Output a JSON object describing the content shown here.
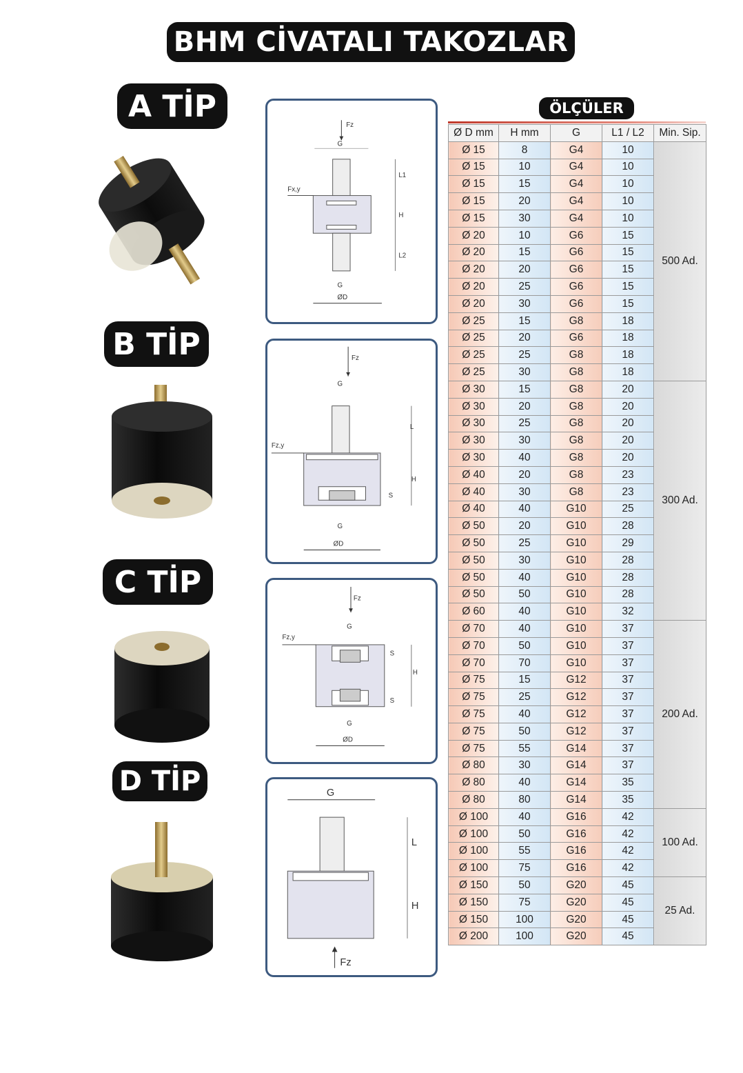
{
  "title": "BHM CİVATALI TAKOZLAR",
  "types": [
    {
      "label": "A TİP"
    },
    {
      "label": "B TİP"
    },
    {
      "label": "C TİP"
    },
    {
      "label": "D TİP"
    }
  ],
  "diagram_labels": {
    "fz": "Fz",
    "fxy": "Fx,y",
    "fzy": "Fz,y",
    "g": "G",
    "od": "ØD",
    "h": "H",
    "l": "L",
    "l1": "L1",
    "l2": "L2",
    "s": "S"
  },
  "table": {
    "heading": "ÖLÇÜLER",
    "columns": [
      "Ø D mm",
      "H mm",
      "G",
      "L1 / L2",
      "Min. Sip."
    ],
    "rows": [
      [
        "Ø 15",
        "8",
        "G4",
        "10"
      ],
      [
        "Ø 15",
        "10",
        "G4",
        "10"
      ],
      [
        "Ø 15",
        "15",
        "G4",
        "10"
      ],
      [
        "Ø 15",
        "20",
        "G4",
        "10"
      ],
      [
        "Ø 15",
        "30",
        "G4",
        "10"
      ],
      [
        "Ø 20",
        "10",
        "G6",
        "15"
      ],
      [
        "Ø 20",
        "15",
        "G6",
        "15"
      ],
      [
        "Ø 20",
        "20",
        "G6",
        "15"
      ],
      [
        "Ø 20",
        "25",
        "G6",
        "15"
      ],
      [
        "Ø 20",
        "30",
        "G6",
        "15"
      ],
      [
        "Ø 25",
        "15",
        "G8",
        "18"
      ],
      [
        "Ø 25",
        "20",
        "G6",
        "18"
      ],
      [
        "Ø 25",
        "25",
        "G8",
        "18"
      ],
      [
        "Ø 25",
        "30",
        "G8",
        "18"
      ],
      [
        "Ø 30",
        "15",
        "G8",
        "20"
      ],
      [
        "Ø 30",
        "20",
        "G8",
        "20"
      ],
      [
        "Ø 30",
        "25",
        "G8",
        "20"
      ],
      [
        "Ø 30",
        "30",
        "G8",
        "20"
      ],
      [
        "Ø 30",
        "40",
        "G8",
        "20"
      ],
      [
        "Ø 40",
        "20",
        "G8",
        "23"
      ],
      [
        "Ø 40",
        "30",
        "G8",
        "23"
      ],
      [
        "Ø 40",
        "40",
        "G10",
        "25"
      ],
      [
        "Ø 50",
        "20",
        "G10",
        "28"
      ],
      [
        "Ø 50",
        "25",
        "G10",
        "29"
      ],
      [
        "Ø 50",
        "30",
        "G10",
        "28"
      ],
      [
        "Ø 50",
        "40",
        "G10",
        "28"
      ],
      [
        "Ø 50",
        "50",
        "G10",
        "28"
      ],
      [
        "Ø 60",
        "40",
        "G10",
        "32"
      ],
      [
        "Ø 70",
        "40",
        "G10",
        "37"
      ],
      [
        "Ø 70",
        "50",
        "G10",
        "37"
      ],
      [
        "Ø 70",
        "70",
        "G10",
        "37"
      ],
      [
        "Ø 75",
        "15",
        "G12",
        "37"
      ],
      [
        "Ø 75",
        "25",
        "G12",
        "37"
      ],
      [
        "Ø 75",
        "40",
        "G12",
        "37"
      ],
      [
        "Ø 75",
        "50",
        "G12",
        "37"
      ],
      [
        "Ø 75",
        "55",
        "G14",
        "37"
      ],
      [
        "Ø 80",
        "30",
        "G14",
        "37"
      ],
      [
        "Ø 80",
        "40",
        "G14",
        "35"
      ],
      [
        "Ø 80",
        "80",
        "G14",
        "35"
      ],
      [
        "Ø 100",
        "40",
        "G16",
        "42"
      ],
      [
        "Ø 100",
        "50",
        "G16",
        "42"
      ],
      [
        "Ø 100",
        "55",
        "G16",
        "42"
      ],
      [
        "Ø 100",
        "75",
        "G16",
        "42"
      ],
      [
        "Ø 150",
        "50",
        "G20",
        "45"
      ],
      [
        "Ø 150",
        "75",
        "G20",
        "45"
      ],
      [
        "Ø 150",
        "100",
        "G20",
        "45"
      ],
      [
        "Ø 200",
        "100",
        "G20",
        "45"
      ]
    ],
    "min_order": [
      {
        "label": "500 Ad.",
        "rows": 14
      },
      {
        "label": "300 Ad.",
        "rows": 14
      },
      {
        "label": "200 Ad.",
        "rows": 11
      },
      {
        "label": "100 Ad.",
        "rows": 4
      },
      {
        "label": "25 Ad.",
        "rows": 4
      }
    ]
  },
  "colors": {
    "pill_bg": "#111111",
    "diagram_border": "#3d5a80",
    "rubber": "#1a1a1a",
    "brass": "#c9a861"
  }
}
